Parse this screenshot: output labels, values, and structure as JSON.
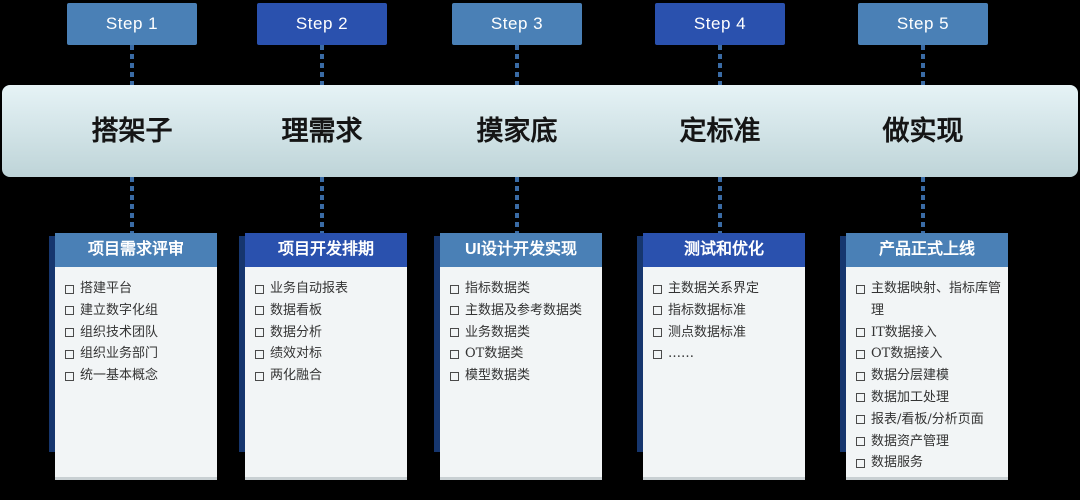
{
  "colors": {
    "light_blue": "#4a80b6",
    "dark_blue": "#2a51ae",
    "navy_edge": "#16366e",
    "connector_blue": "#3a6ba5",
    "band_top": "#e6f3f6",
    "band_bottom": "#bed4d8",
    "card_body": "#f2f5f6"
  },
  "columns": [
    {
      "step_label": "Step 1",
      "accent": "light",
      "phase": "搭架子",
      "card_title": "项目需求评审",
      "items": [
        "搭建平台",
        "建立数字化组",
        "组织技术团队",
        "组织业务部门",
        "统一基本概念"
      ]
    },
    {
      "step_label": "Step 2",
      "accent": "dark",
      "phase": "理需求",
      "card_title": "项目开发排期",
      "items": [
        "业务自动报表",
        "数据看板",
        "数据分析",
        "绩效对标",
        "两化融合"
      ]
    },
    {
      "step_label": "Step 3",
      "accent": "light",
      "phase": "摸家底",
      "card_title": "UI设计开发实现",
      "items": [
        "指标数据类",
        "主数据及参考数据类",
        "业务数据类",
        "OT数据类",
        "模型数据类"
      ]
    },
    {
      "step_label": "Step 4",
      "accent": "dark",
      "phase": "定标准",
      "card_title": "测试和优化",
      "items": [
        "主数据关系界定",
        "指标数据标准",
        "测点数据标准",
        "……"
      ]
    },
    {
      "step_label": "Step 5",
      "accent": "light",
      "phase": "做实现",
      "card_title": "产品正式上线",
      "items": [
        "主数据映射、指标库管理",
        "IT数据接入",
        "OT数据接入",
        "数据分层建模",
        "数据加工处理",
        "报表/看板/分析页面",
        "数据资产管理",
        "数据服务"
      ]
    }
  ]
}
